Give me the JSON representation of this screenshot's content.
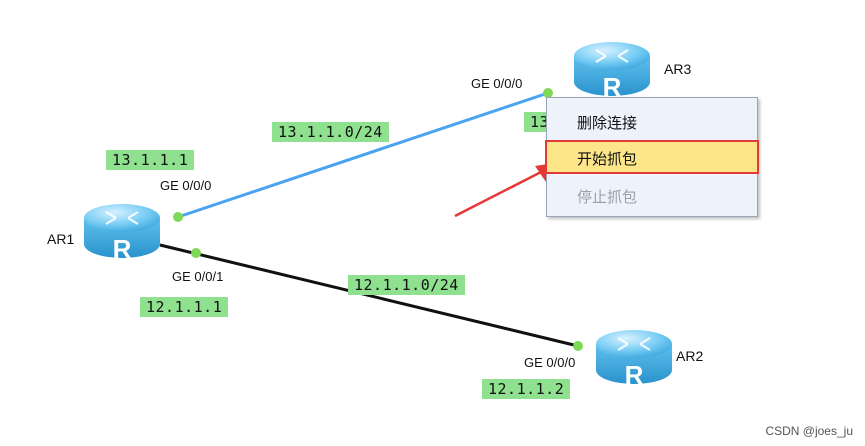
{
  "topology": {
    "routers": [
      {
        "name": "AR1"
      },
      {
        "name": "AR2"
      },
      {
        "name": "AR3"
      }
    ],
    "interfaces": {
      "ar1_ge000": "GE 0/0/0",
      "ar1_ge001": "GE 0/0/1",
      "ar2_ge000": "GE 0/0/0",
      "ar3_ge000": "GE 0/0/0"
    },
    "addresses": {
      "ar1_13": "13.1.1.1",
      "ar1_12": "12.1.1.1",
      "ar2_12": "12.1.1.2",
      "ar3_13_partial": "13"
    },
    "networks": {
      "link_ar1_ar3": "13.1.1.0/24",
      "link_ar1_ar2": "12.1.1.0/24"
    },
    "router_glyph": "R",
    "colors": {
      "link_ar1_ar3": "#4aa3f0",
      "link_ar1_ar2": "#111111",
      "port_dot": "#7ed957",
      "address_tag": "#8fe08f",
      "arrow": "#e53935"
    }
  },
  "context_menu": {
    "items": [
      {
        "label": "删除连接",
        "state": "normal"
      },
      {
        "label": "开始抓包",
        "state": "highlighted"
      },
      {
        "label": "停止抓包",
        "state": "disabled"
      }
    ]
  },
  "watermark": "CSDN @joes_ju"
}
